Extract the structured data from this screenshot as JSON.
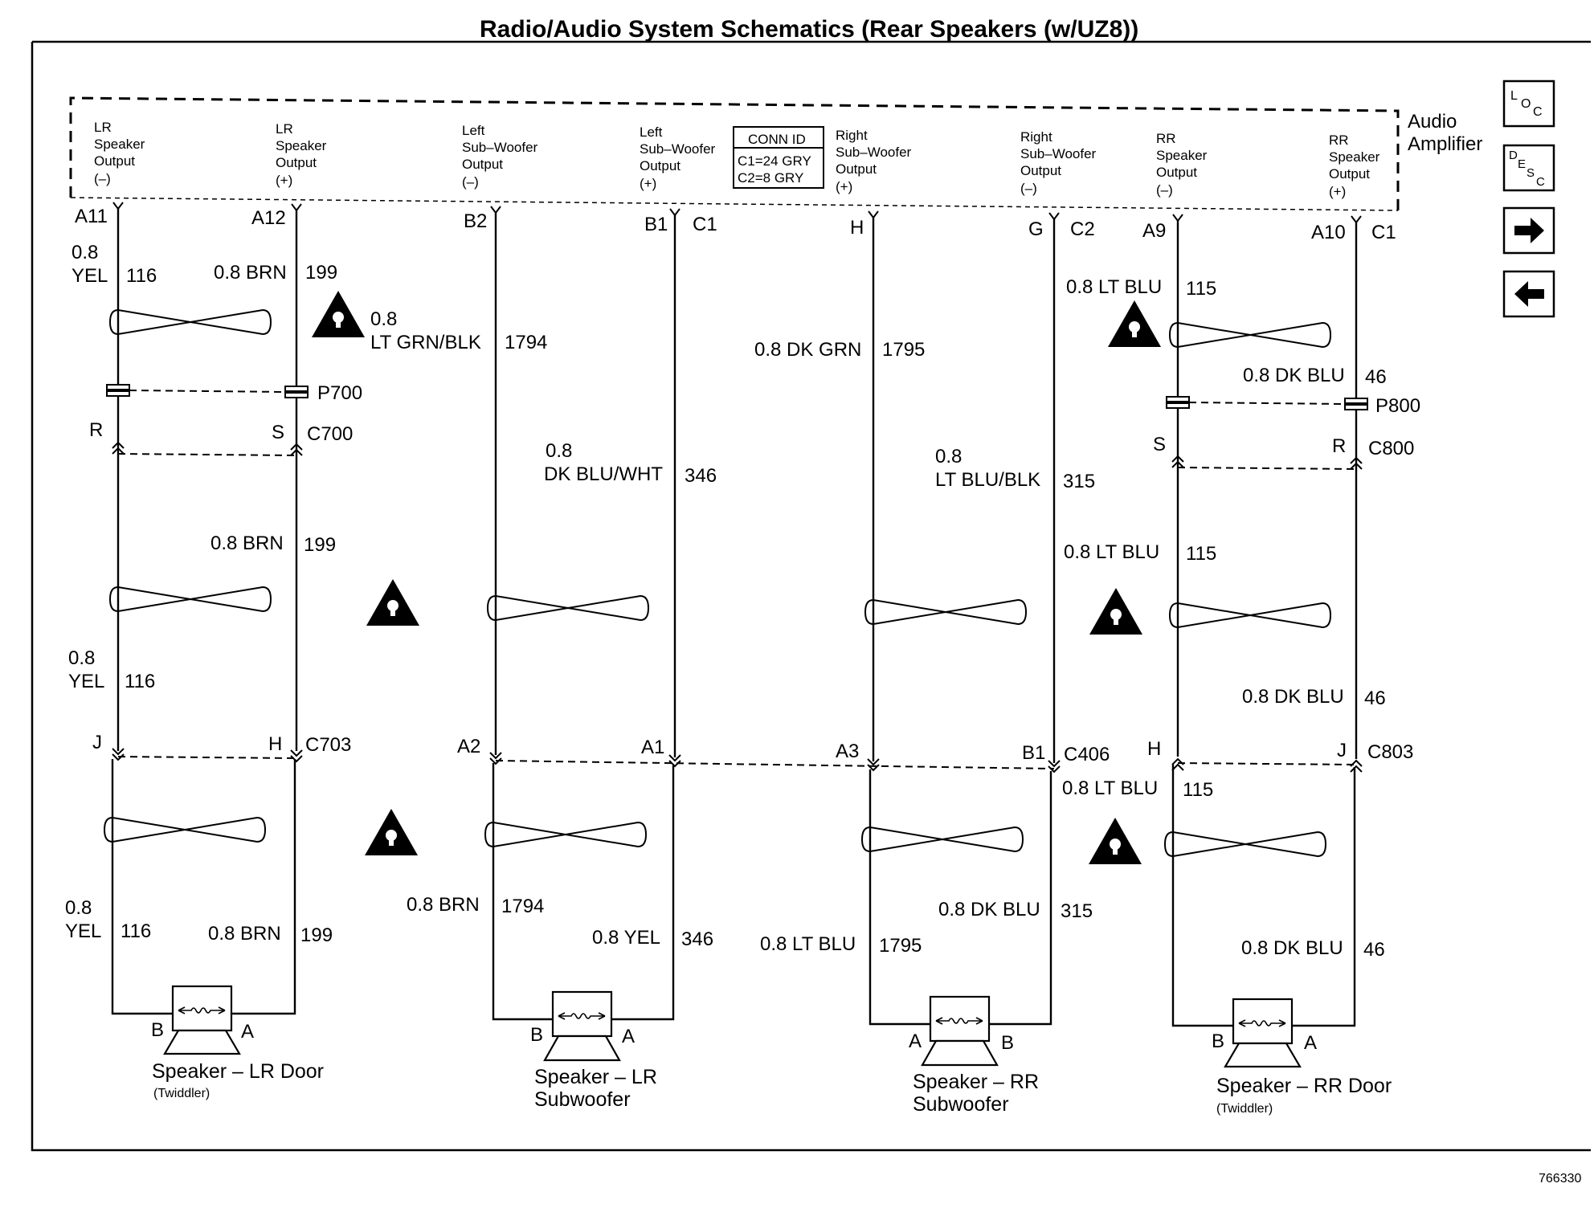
{
  "title": "Radio/Audio System Schematics (Rear Speakers (w/UZ8))",
  "doc_number": "766330",
  "amplifier": {
    "label_line1": "Audio",
    "label_line2": "Amplifier",
    "conn_id": {
      "title": "CONN ID",
      "c1": "C1=24 GRY",
      "c2": "C2=8 GRY"
    },
    "outputs": {
      "lr_neg": [
        "LR",
        "Speaker",
        "Output",
        "(–)"
      ],
      "lr_pos": [
        "LR",
        "Speaker",
        "Output",
        "(+)"
      ],
      "lsw_neg": [
        "Left",
        "Sub–Woofer",
        "Output",
        "(–)"
      ],
      "lsw_pos": [
        "Left",
        "Sub–Woofer",
        "Output",
        "(+)"
      ],
      "rsw_pos": [
        "Right",
        "Sub–Woofer",
        "Output",
        "(+)"
      ],
      "rsw_neg": [
        "Right",
        "Sub–Woofer",
        "Output",
        "(–)"
      ],
      "rr_neg": [
        "RR",
        "Speaker",
        "Output",
        "(–)"
      ],
      "rr_pos": [
        "RR",
        "Speaker",
        "Output",
        "(+)"
      ]
    }
  },
  "nav_buttons": {
    "loc": {
      "l1": "L",
      "l2": "O",
      "l3": "C"
    },
    "desc": {
      "l1": "D",
      "l2": "E",
      "l3": "S",
      "l4": "C"
    },
    "next_icon": "arrow-right-icon",
    "prev_icon": "arrow-left-icon"
  },
  "pins": {
    "a11": "A11",
    "a12": "A12",
    "b2": "B2",
    "b1": "B1",
    "c1_left": "C1",
    "h": "H",
    "g": "G",
    "c2": "C2",
    "a9": "A9",
    "a10": "A10",
    "c1_right": "C1"
  },
  "wires": {
    "w116a_gauge": "0.8",
    "w116a_color": "YEL",
    "w116a_circuit": "116",
    "w199a": "0.8 BRN",
    "w199a_circuit": "199",
    "w1794a_gauge": "0.8",
    "w1794a_color": "LT GRN/BLK",
    "w1794a_circuit": "1794",
    "w1795a": "0.8 DK GRN",
    "w1795a_circuit": "1795",
    "w115a": "0.8 LT BLU",
    "w115a_circuit": "115",
    "w46a": "0.8 DK BLU",
    "w46a_circuit": "46",
    "w346a_gauge": "0.8",
    "w346a_color": "DK BLU/WHT",
    "w346a_circuit": "346",
    "w315a_gauge": "0.8",
    "w315a_color": "LT BLU/BLK",
    "w315a_circuit": "315",
    "w199b": "0.8 BRN",
    "w199b_circuit": "199",
    "w115b": "0.8 LT BLU",
    "w115b_circuit": "115",
    "w116b_gauge": "0.8",
    "w116b_color": "YEL",
    "w116b_circuit": "116",
    "w46b": "0.8 DK BLU",
    "w46b_circuit": "46",
    "w115c": "0.8 LT BLU",
    "w115c_circuit": "115",
    "w116c_gauge": "0.8",
    "w116c_color": "YEL",
    "w116c_circuit": "116",
    "w199c": "0.8 BRN",
    "w199c_circuit": "199",
    "w1794b": "0.8 BRN",
    "w1794b_circuit": "1794",
    "w346b": "0.8 YEL",
    "w346b_circuit": "346",
    "w1795b": "0.8 LT BLU",
    "w1795b_circuit": "1795",
    "w315b": "0.8 DK BLU",
    "w315b_circuit": "315",
    "w46c": "0.8 DK BLU",
    "w46c_circuit": "46"
  },
  "connectors": {
    "p700": "P700",
    "c700": "C700",
    "c700_r": "R",
    "c700_s": "S",
    "p800": "P800",
    "c800": "C800",
    "c800_s": "S",
    "c800_r": "R",
    "c703": "C703",
    "c703_j": "J",
    "c703_h": "H",
    "c406": "C406",
    "c406_a2": "A2",
    "c406_a1": "A1",
    "c406_a3": "A3",
    "c406_b1": "B1",
    "c803": "C803",
    "c803_h": "H",
    "c803_j": "J"
  },
  "speakers": {
    "lr_door": {
      "name": "Speaker – LR Door",
      "sub": "(Twiddler)",
      "left_pin": "B",
      "right_pin": "A"
    },
    "lr_sub": {
      "name1": "Speaker – LR",
      "name2": "Subwoofer",
      "left_pin": "B",
      "right_pin": "A"
    },
    "rr_sub": {
      "name1": "Speaker – RR",
      "name2": "Subwoofer",
      "left_pin": "A",
      "right_pin": "B"
    },
    "rr_door": {
      "name": "Speaker – RR Door",
      "sub": "(Twiddler)",
      "left_pin": "B",
      "right_pin": "A"
    }
  }
}
